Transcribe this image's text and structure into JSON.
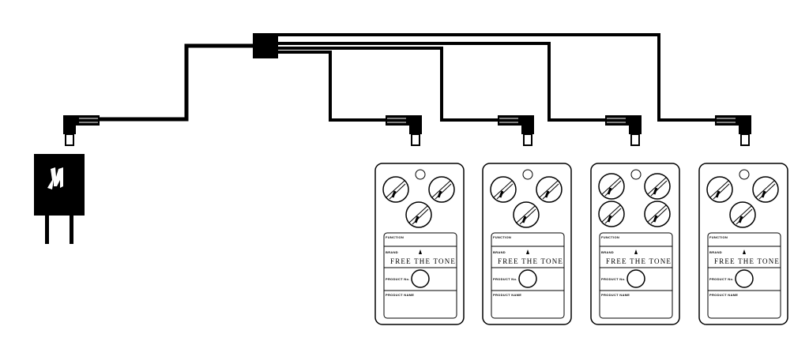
{
  "diagram": {
    "pedals": [
      {
        "knobs": 3,
        "function_label": "FUNCTION",
        "brand_label": "BRAND",
        "brand_name": "FREE THE TONE",
        "product_no_label": "PRODUCT No.",
        "product_name_label": "PRODUCT NAME"
      },
      {
        "knobs": 3,
        "function_label": "FUNCTION",
        "brand_label": "BRAND",
        "brand_name": "FREE THE TONE",
        "product_no_label": "PRODUCT No.",
        "product_name_label": "PRODUCT NAME"
      },
      {
        "knobs": 4,
        "function_label": "FUNCTION",
        "brand_label": "BRAND",
        "brand_name": "FREE THE TONE",
        "product_no_label": "PRODUCT No.",
        "product_name_label": "PRODUCT NAME"
      },
      {
        "knobs": 3,
        "function_label": "FUNCTION",
        "brand_label": "BRAND",
        "brand_name": "FREE THE TONE",
        "product_no_label": "PRODUCT No.",
        "product_name_label": "PRODUCT NAME"
      }
    ],
    "adapter": {
      "icon": "free-the-tone-logo-icon"
    },
    "colors": {
      "line": "#000000",
      "background": "#ffffff"
    }
  }
}
